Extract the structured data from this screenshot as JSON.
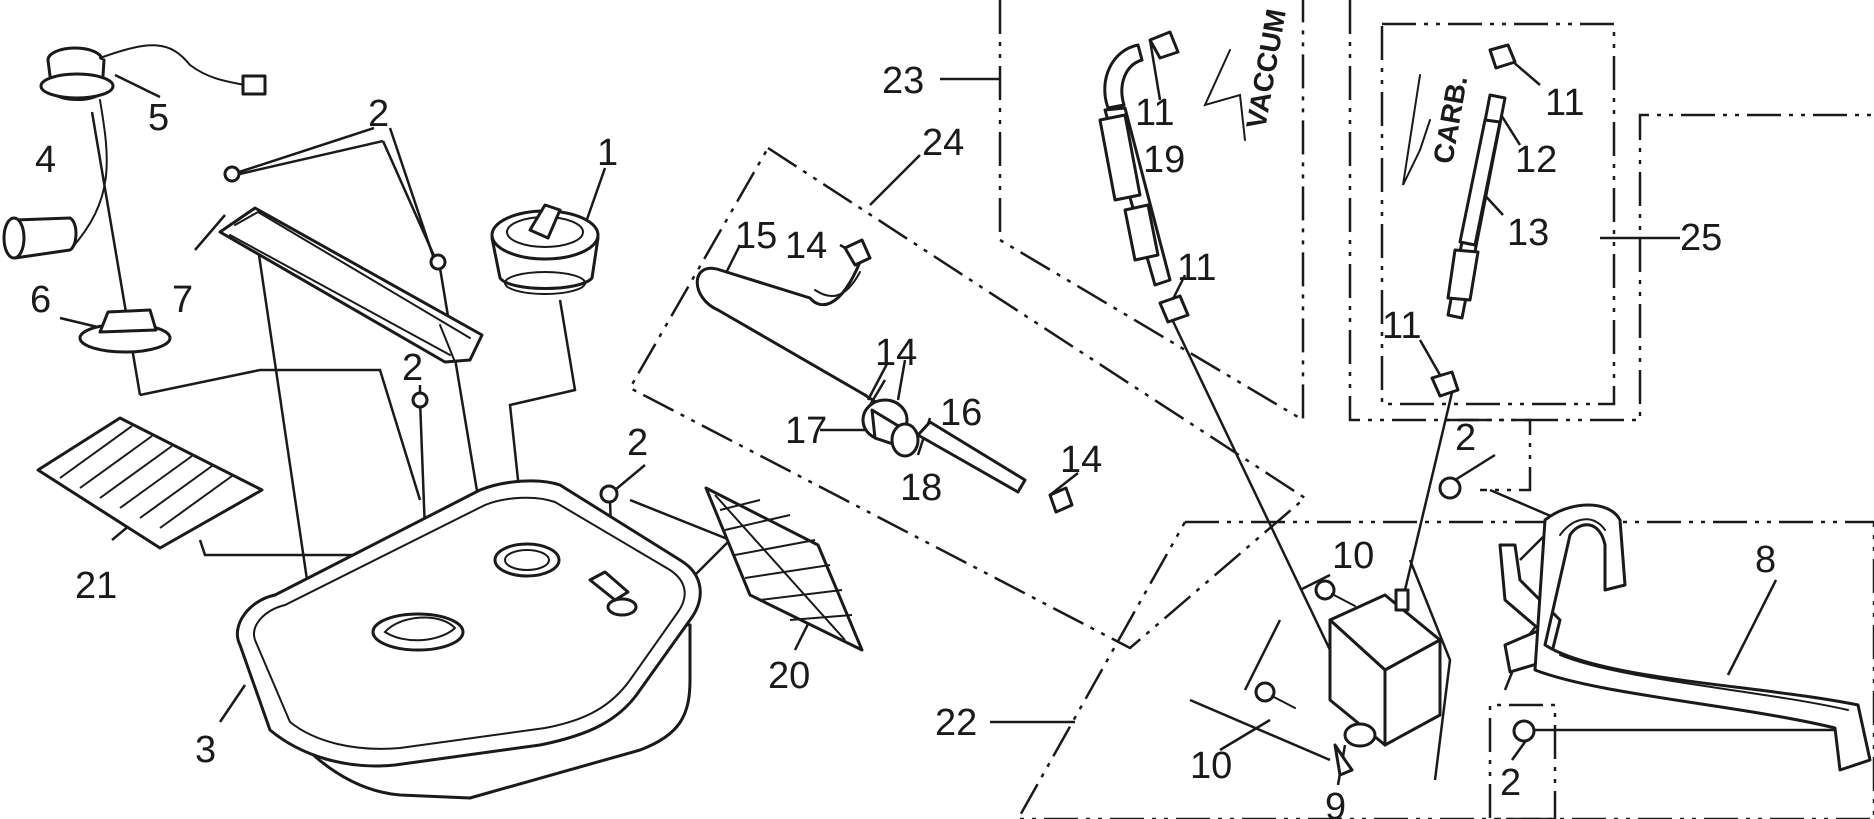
{
  "callouts": {
    "c1": "1",
    "c2a": "2",
    "c2b": "2",
    "c2c": "2",
    "c2d": "2",
    "c2e": "2",
    "c3": "3",
    "c4": "4",
    "c5": "5",
    "c6": "6",
    "c7": "7",
    "c8": "8",
    "c9": "9",
    "c10a": "10",
    "c10b": "10",
    "c11a": "11",
    "c11b": "11",
    "c11c": "11",
    "c11d": "11",
    "c12": "12",
    "c13": "13",
    "c14a": "14",
    "c14b": "14",
    "c14c": "14",
    "c15": "15",
    "c16": "16",
    "c17": "17",
    "c18": "18",
    "c19": "19",
    "c20": "20",
    "c21": "21",
    "c22": "22",
    "c23": "23",
    "c24": "24",
    "c25": "25"
  },
  "notes": {
    "vacuum": "VACCUM",
    "carb": "CARB."
  }
}
